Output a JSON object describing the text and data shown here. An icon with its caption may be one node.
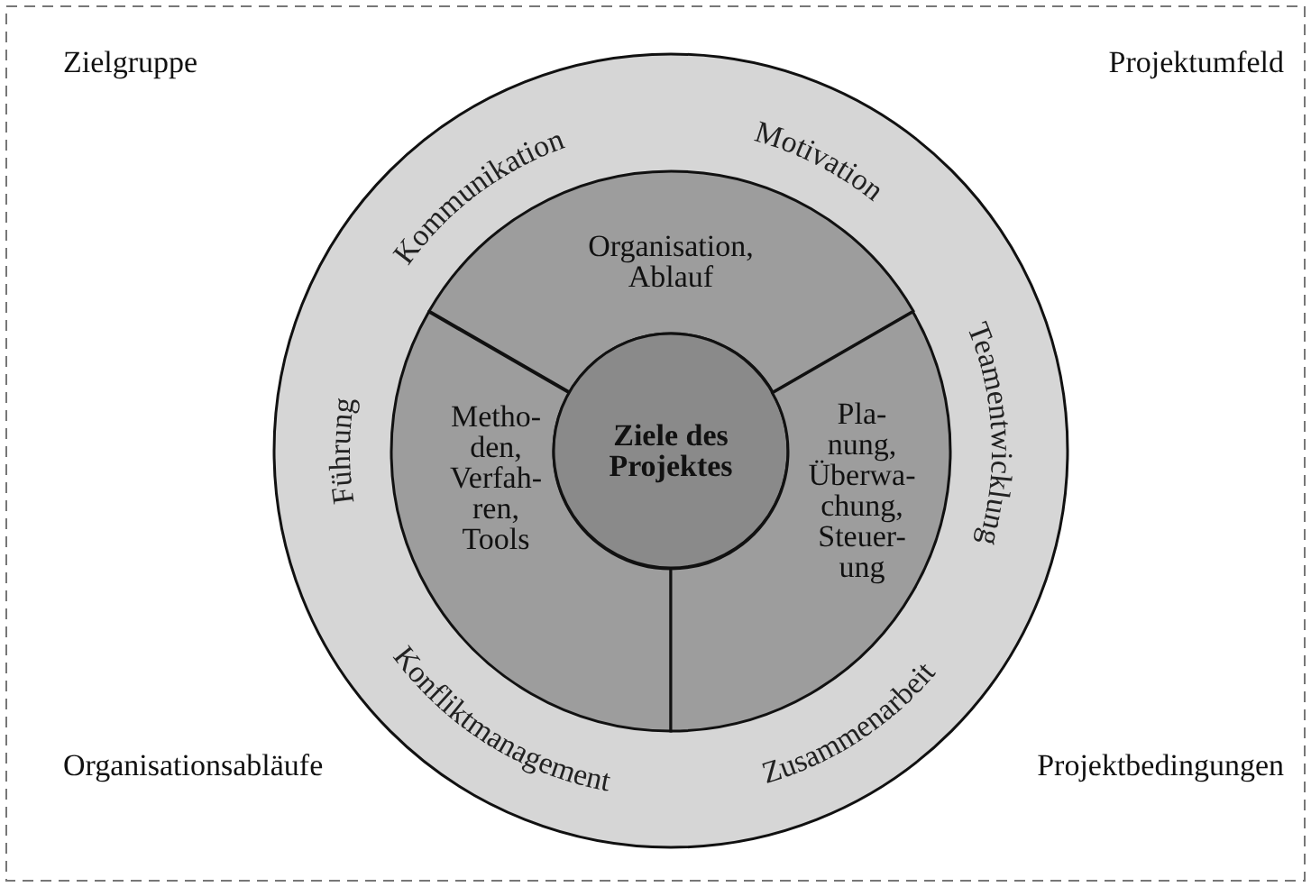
{
  "diagram": {
    "nodes": [
      {
        "text": [
          "Kommunikation",
          "Motivation",
          "Führung",
          "Teamentwicklung",
          "Konfliktmanagement",
          "Zusammenarbeit"
        ]
      },
      {
        "text": [
          "Organisation, Ablauf"
        ],
        "in": 0
      },
      {
        "text": [
          "Metho- den, Verfah- ren, Tools"
        ],
        "in": 0
      },
      {
        "text": [
          "Ziele des Projektes"
        ],
        "in": 0
      },
      {
        "text": [
          "Pla- nung, Überwa- chung, Steuer- ung"
        ],
        "in": 0
      }
    ],
    "labels": [
      "Zielgruppe",
      "Projektumfeld",
      "Organisationsabläufe",
      "Projektbedingungen"
    ]
  }
}
